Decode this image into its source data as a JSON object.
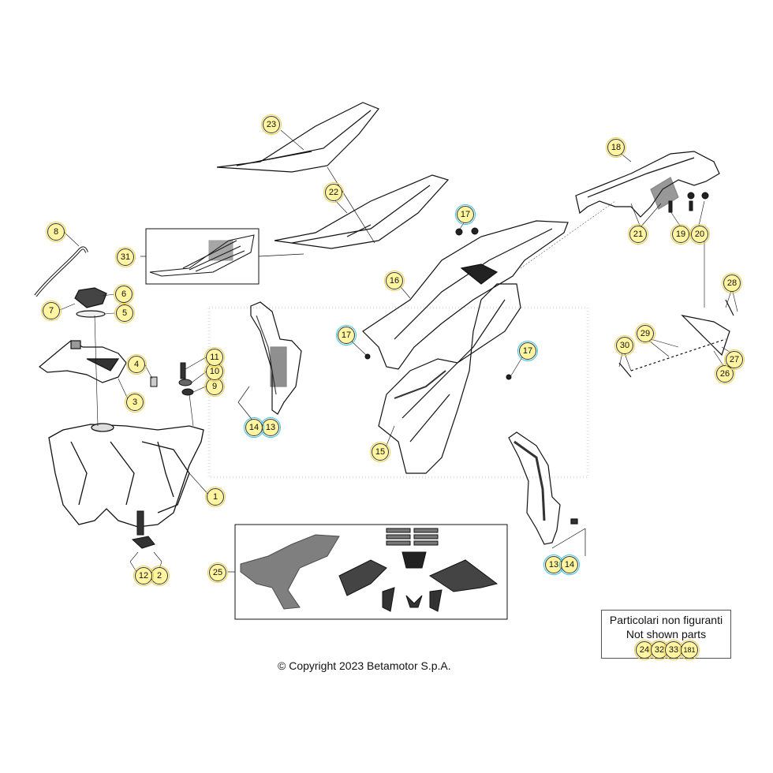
{
  "copyright": "© Copyright 2023 Betamotor S.p.A.",
  "note": {
    "line1": "Particolari non figuranti",
    "line2": "Not shown parts",
    "parts": [
      "24",
      "32",
      "33",
      "181"
    ]
  },
  "callouts": {
    "c1": "1",
    "c2": "2",
    "c3": "3",
    "c4": "4",
    "c5": "5",
    "c6": "6",
    "c7": "7",
    "c8": "8",
    "c9": "9",
    "c10": "10",
    "c11": "11",
    "c12": "12",
    "c13a": "13",
    "c14a": "14",
    "c13b": "13",
    "c14b": "14",
    "c15": "15",
    "c16": "16",
    "c17a": "17",
    "c17b": "17",
    "c17c": "17",
    "c18": "18",
    "c19": "19",
    "c20": "20",
    "c21": "21",
    "c22": "22",
    "c23": "23",
    "c25": "25",
    "c26": "26",
    "c27": "27",
    "c28": "28",
    "c29": "29",
    "c30": "30",
    "c31": "31"
  },
  "colors": {
    "callout_fill": "#fff4a0",
    "callout_outline_yellow": "#f0d040",
    "callout_outline_cyan": "#39c3e6",
    "line": "#111111"
  }
}
